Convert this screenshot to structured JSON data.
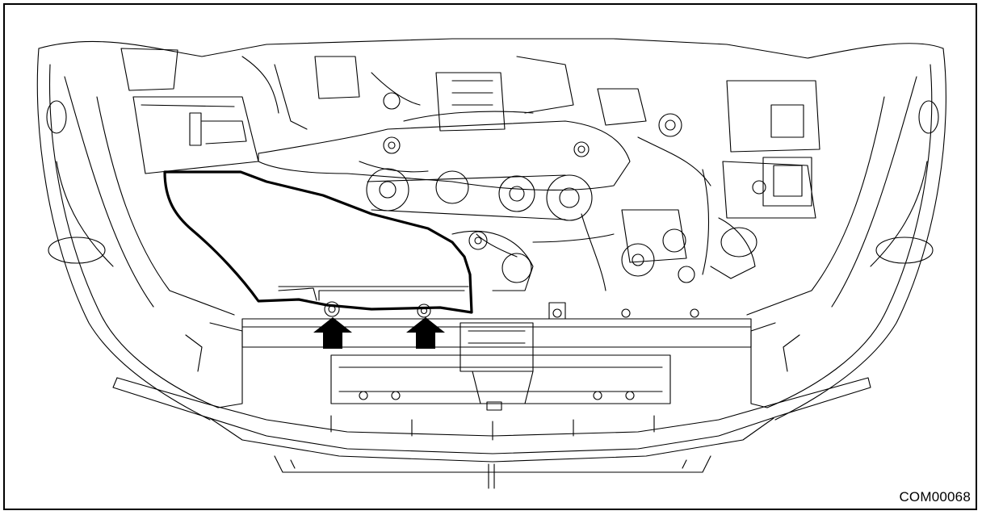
{
  "figure": {
    "code": "COM00068",
    "callouts": [
      {
        "name": "fastener-arrow-left",
        "icon": "arrow-up-icon"
      },
      {
        "name": "fastener-arrow-right",
        "icon": "arrow-up-icon"
      }
    ],
    "highlight_color": "#000000"
  }
}
